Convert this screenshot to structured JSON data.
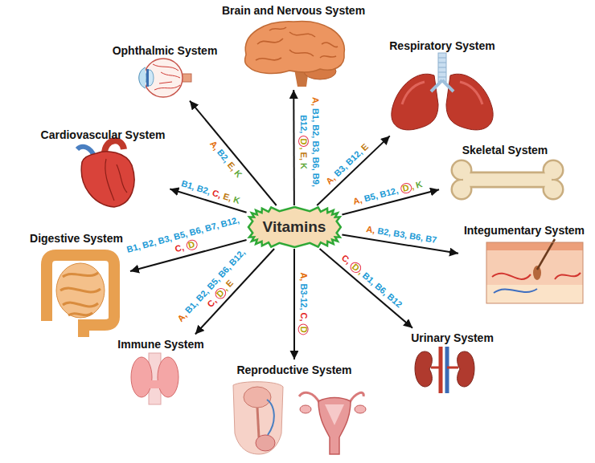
{
  "diagram": {
    "nodes": [
      {
        "text": [
          "Brain and Nervous System"
        ]
      },
      {
        "text": [
          "Ophthalmic System"
        ]
      },
      {
        "text": [
          "Respiratory System"
        ]
      },
      {
        "text": [
          "Cardiovascular System"
        ]
      },
      {
        "text": [
          "Skeletal System"
        ]
      },
      {
        "text": [
          "Vitamins"
        ]
      },
      {
        "text": [
          "Digestive System"
        ]
      },
      {
        "text": [
          "Integumentary System"
        ]
      },
      {
        "text": [
          "Immune System"
        ]
      },
      {
        "text": [
          "Urinary System"
        ]
      },
      {
        "text": [
          "Reproductive System"
        ]
      }
    ],
    "edges": [
      {
        "from": 5,
        "to": 0,
        "arrow": "to",
        "label": "A, B1, B2, B3, B6, B9, B12, D, E, K"
      },
      {
        "from": 5,
        "to": 1,
        "arrow": "to",
        "label": "A, B2, E, K"
      },
      {
        "from": 5,
        "to": 2,
        "arrow": "to",
        "label": "A, B3, B12, E"
      },
      {
        "from": 5,
        "to": 3,
        "arrow": "to",
        "label": "B1, B2, C, E, K"
      },
      {
        "from": 5,
        "to": 4,
        "arrow": "to",
        "label": "A, B5, B12, D, K"
      },
      {
        "from": 5,
        "to": 6,
        "arrow": "to",
        "label": "B1, B2, B3, B5, B6, B7, B12, C, D"
      },
      {
        "from": 5,
        "to": 7,
        "arrow": "to",
        "label": "A, B2, B3, B6, B7"
      },
      {
        "from": 5,
        "to": 8,
        "arrow": "to",
        "label": "A, B1, B2, B5, B6, B12, C, D, E"
      },
      {
        "from": 5,
        "to": 9,
        "arrow": "to",
        "label": "C, D, B1, B6, B12"
      },
      {
        "from": 5,
        "to": 10,
        "arrow": "to",
        "label": "A, B3-12, C, D"
      }
    ]
  }
}
